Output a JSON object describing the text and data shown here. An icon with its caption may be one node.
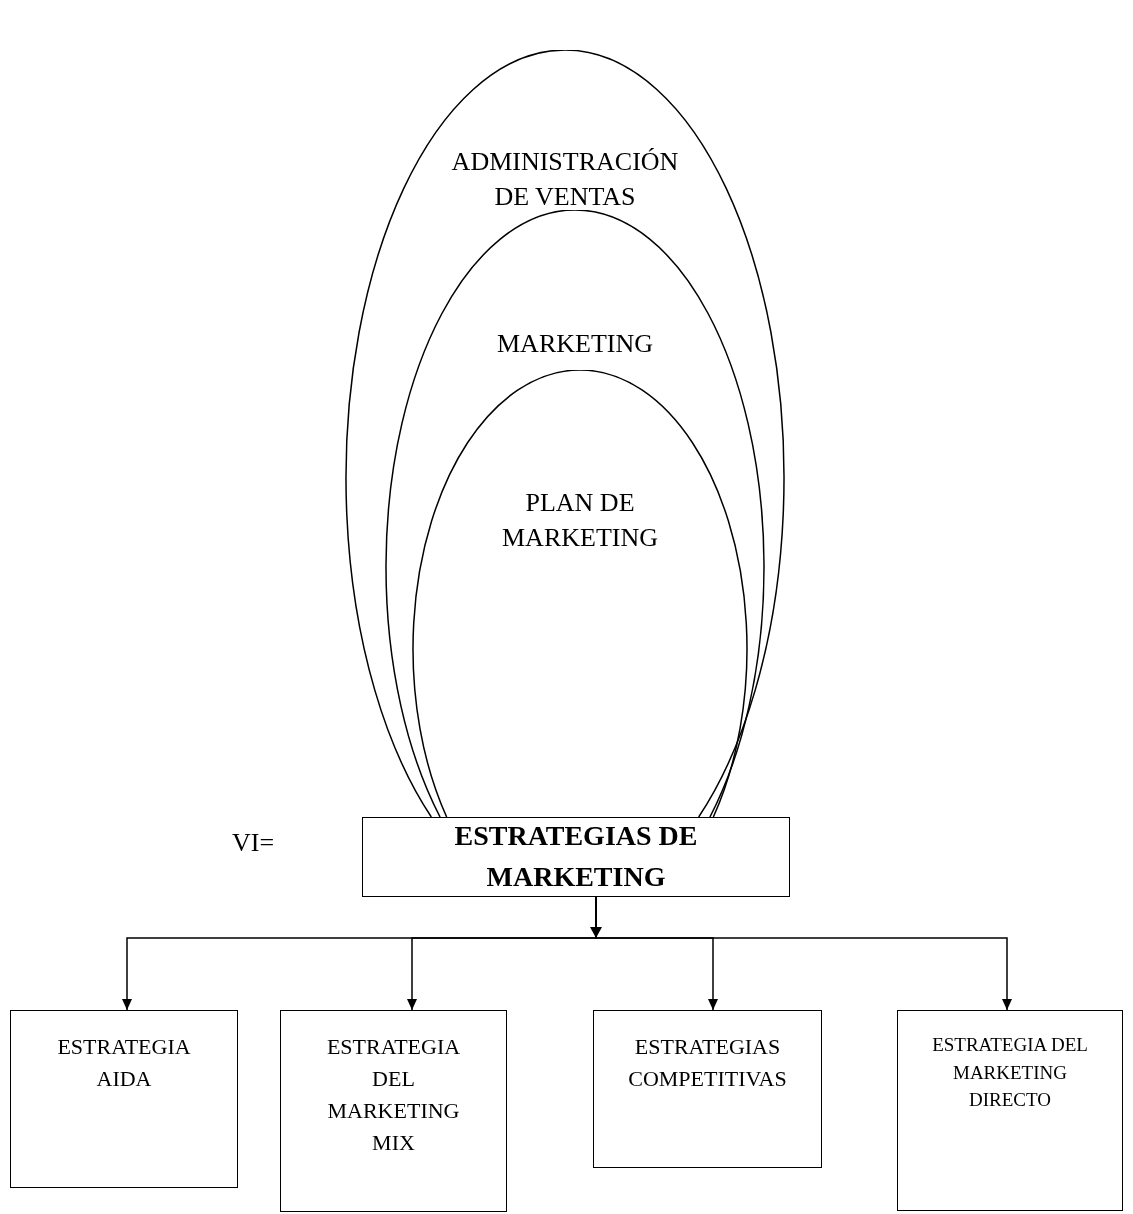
{
  "diagram": {
    "nodes": [
      {
        "text": [
          "ADMINISTRACIÓN DE VENTAS"
        ]
      },
      {
        "text": [
          "MARKETING"
        ],
        "in": 0
      },
      {
        "text": [
          "PLAN DE MARKETING"
        ],
        "in": 1
      },
      {
        "text": [
          "ESTRATEGIAS DE MARKETING"
        ]
      },
      {
        "text": [
          "ESTRATEGIA AIDA"
        ]
      },
      {
        "text": [
          "ESTRATEGIA DEL MARKETING MIX"
        ]
      },
      {
        "text": [
          "ESTRATEGIAS COMPETITIVAS"
        ]
      },
      {
        "text": [
          "ESTRATEGIA DEL MARKETING DIRECTO"
        ]
      }
    ],
    "edges": [
      {
        "from": 3,
        "to": 4,
        "arrow": "to"
      },
      {
        "from": 3,
        "to": 5,
        "arrow": "to"
      },
      {
        "from": 3,
        "to": 6,
        "arrow": "to"
      },
      {
        "from": 3,
        "to": 7,
        "arrow": "to"
      }
    ],
    "labels": [
      "VI="
    ]
  }
}
